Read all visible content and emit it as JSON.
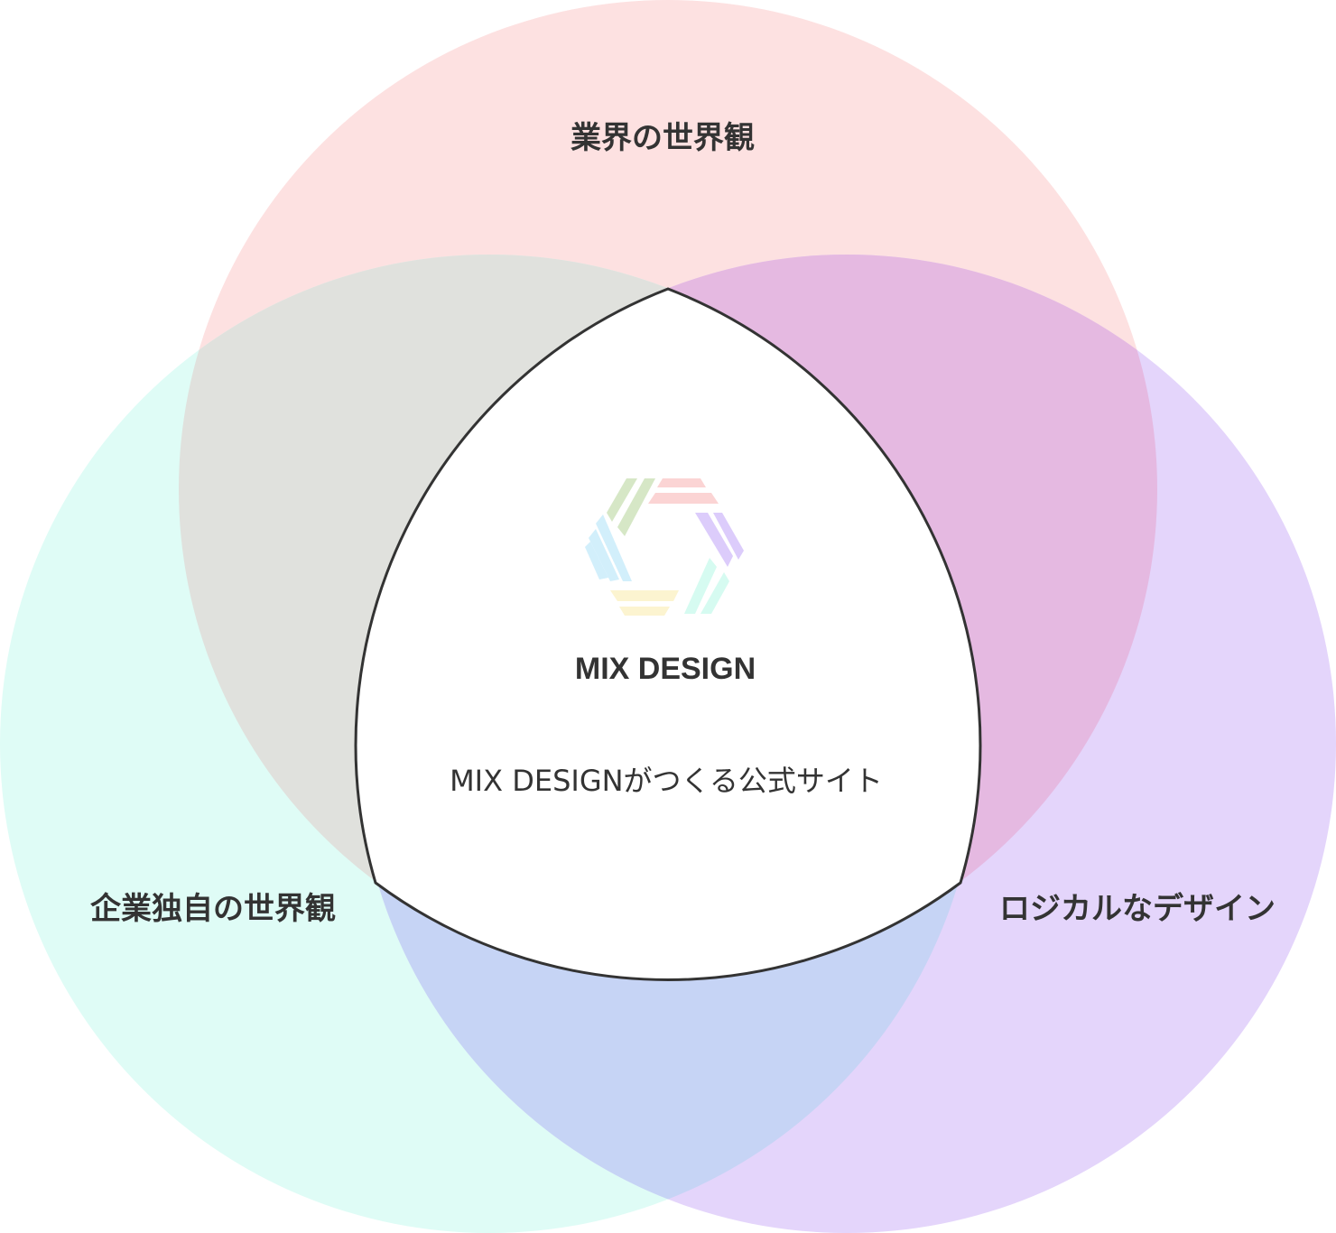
{
  "circles": {
    "top": {
      "label": "業界の世界観",
      "color": "#fde1e1"
    },
    "left": {
      "label": "企業独自の世界観",
      "color": "#dffcf6"
    },
    "right": {
      "label": "ロジカルなデザイン",
      "color": "#e4d5fb"
    }
  },
  "overlaps": {
    "top_left": {
      "color": "#e0e1dd"
    },
    "top_right": {
      "color": "#e5b9e1"
    },
    "left_right": {
      "color": "#c6d4f5"
    }
  },
  "center": {
    "title": "MIX DESIGN",
    "tagline": "MIX DESIGNがつくる公式サイト",
    "fill": "#ffffff",
    "stroke": "#333333"
  },
  "logo": {
    "name": "mix-design-logo-icon",
    "colors": {
      "pink": "#fbd4d4",
      "purple": "#dcccfb",
      "mint": "#d6fbf1",
      "yellow": "#fcf4d0",
      "blue": "#d2effb",
      "green": "#d6e7c6"
    }
  }
}
